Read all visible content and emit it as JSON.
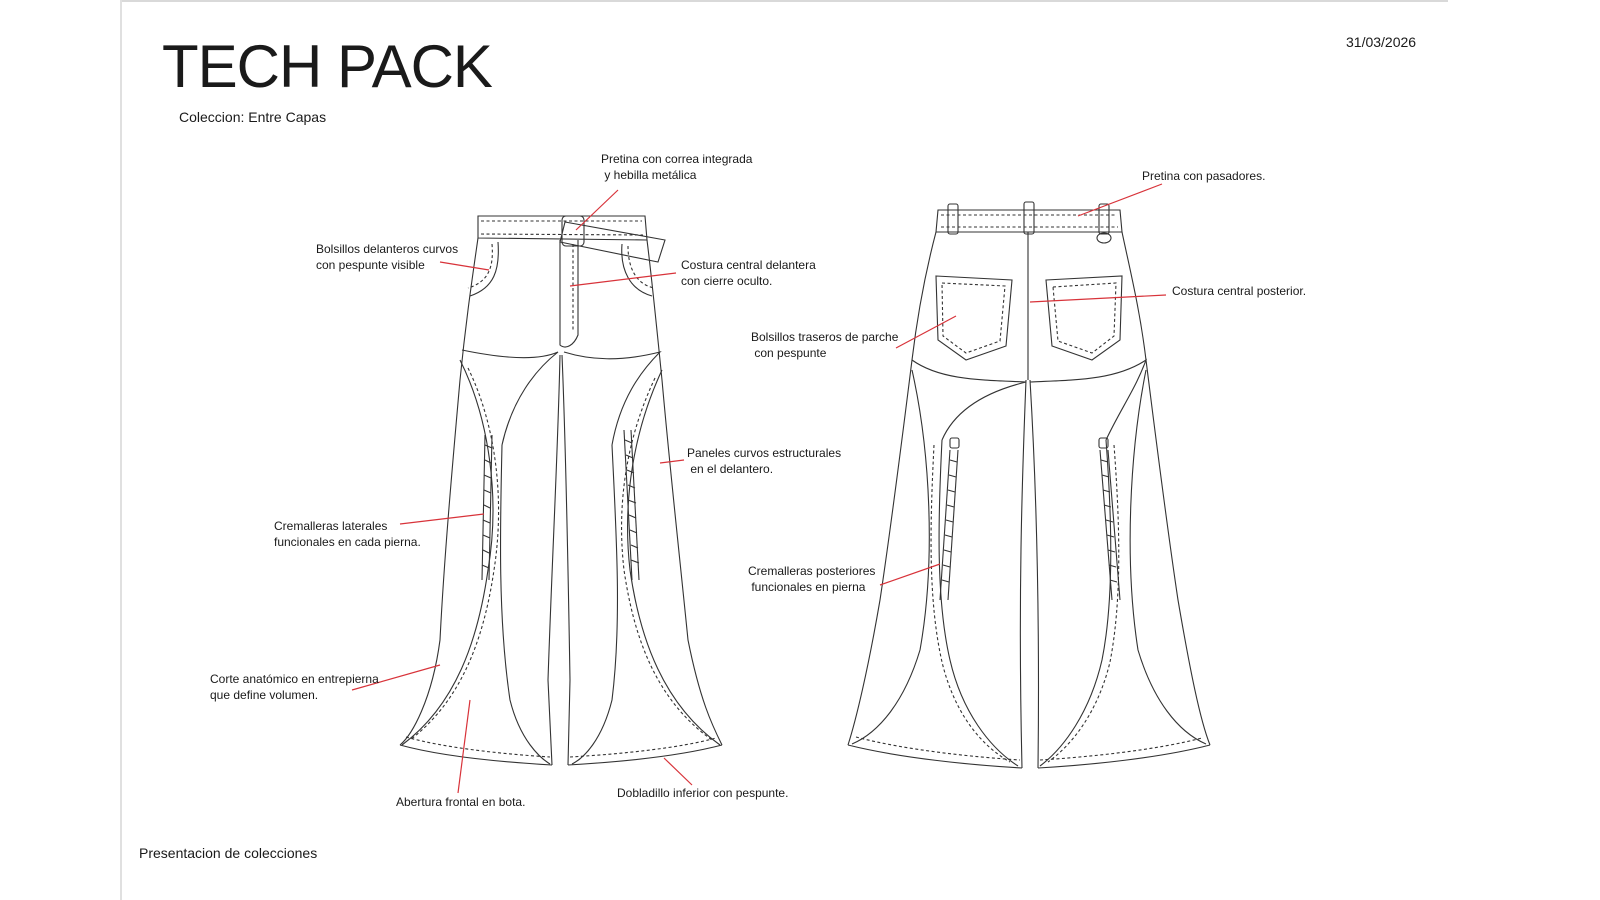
{
  "header": {
    "title": "TECH PACK",
    "collection": "Coleccion: Entre Capas",
    "date": "31/03/2026"
  },
  "footer": {
    "text": "Presentacion de colecciones"
  },
  "annotations": {
    "waistband_front": [
      "Pretina con correa integrada",
      " y hebilla metálica"
    ],
    "front_pockets": [
      "Bolsillos delanteros curvos",
      "con pespunte visible"
    ],
    "front_seam": [
      "Costura central delantera",
      "con cierre oculto."
    ],
    "curved_panels": [
      "Paneles curvos estructurales",
      " en el delantero."
    ],
    "side_zippers": [
      "Cremalleras laterales",
      "funcionales en cada pierna."
    ],
    "crotch_cut": [
      "Corte anatómico en entrepierna",
      "que define volumen."
    ],
    "front_slit": [
      "Abertura frontal en bota."
    ],
    "hem": [
      "Dobladillo inferior con pespunte."
    ],
    "waistband_back": [
      "Pretina con pasadores."
    ],
    "back_seam": [
      "Costura central posterior."
    ],
    "back_pockets": [
      "Bolsillos traseros de parche",
      " con pespunte"
    ],
    "back_zippers": [
      "Cremalleras posteriores",
      " funcionales en pierna"
    ]
  },
  "colors": {
    "leader_line": "#d8333a",
    "outline": "#333333",
    "text": "#1a1a1a"
  }
}
